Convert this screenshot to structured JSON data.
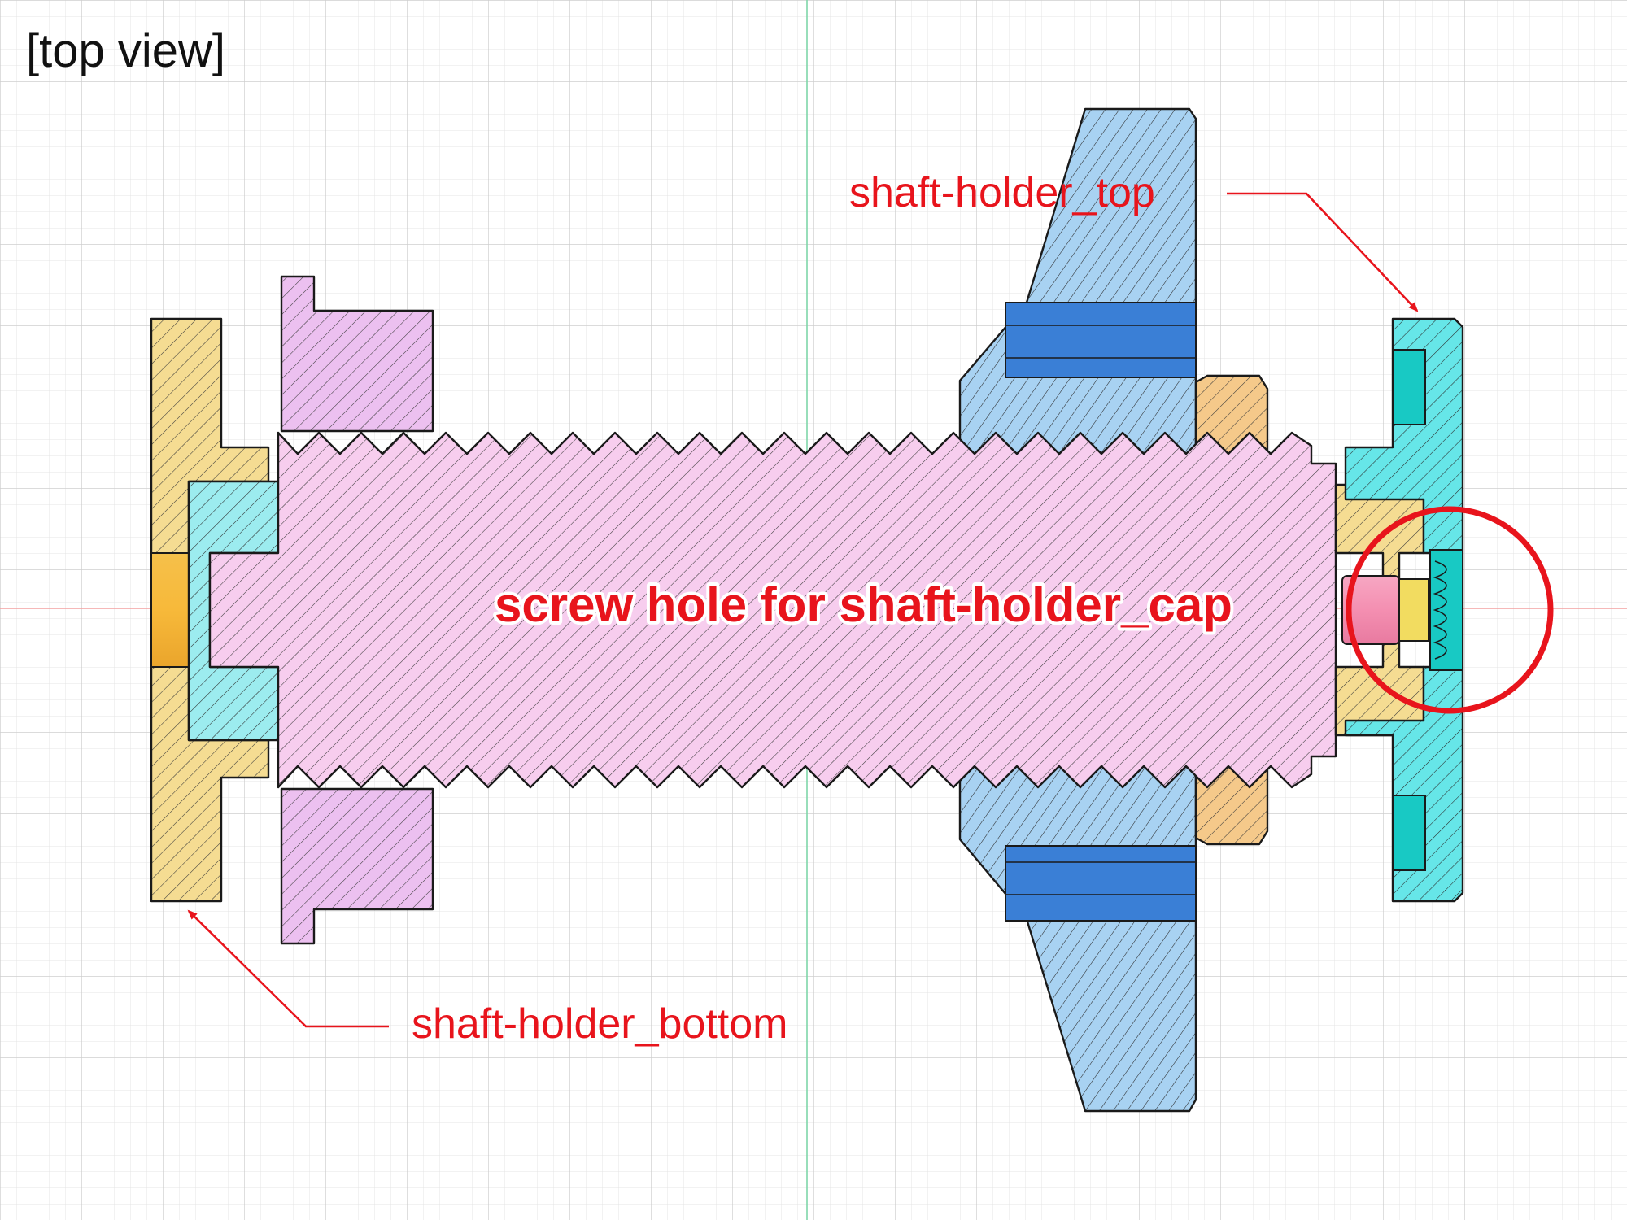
{
  "view_title": "[top view]",
  "labels": {
    "top_part": "shaft-holder_top",
    "bottom_part": "shaft-holder_bottom",
    "screw_hole": "screw hole for shaft-holder_cap"
  },
  "colors": {
    "annotation_red": "#e8141c",
    "grid_line": "#dcdcdc",
    "axis_horizontal": "#f4a0a0",
    "axis_vertical": "#7fd6a8",
    "shaft_pink": "#f7cdee",
    "collar_violet": "#ecc0f0",
    "holder_blue": "#a8d2f2",
    "band_blue": "#3a7fd6",
    "bottom_holder_yellow": "#f5dc92",
    "nut_orange": "#f5c98a",
    "top_holder_cyan": "#66e6e8",
    "insert_cyan": "#9cecef",
    "cap_yellow": "#f2dc60",
    "pin_pink": "#f48fb1"
  }
}
